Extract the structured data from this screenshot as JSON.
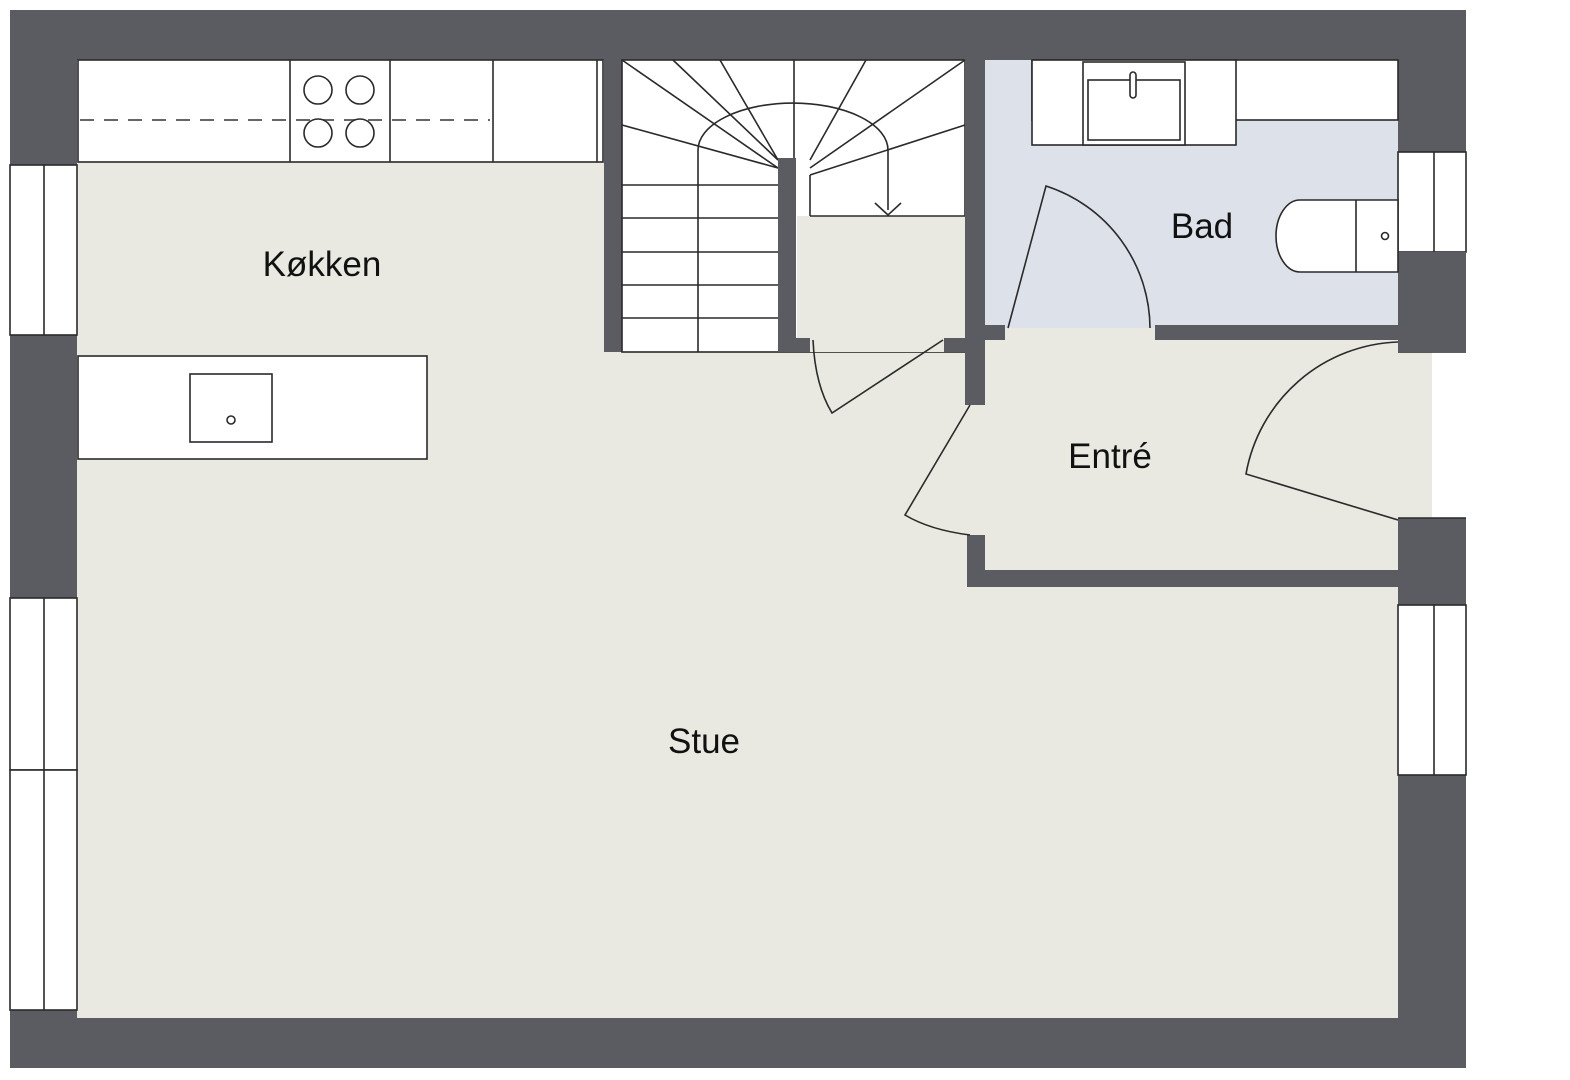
{
  "floorplan": {
    "rooms": [
      {
        "id": "kitchen",
        "label": "Køkken"
      },
      {
        "id": "bathroom",
        "label": "Bad"
      },
      {
        "id": "entrance",
        "label": "Entré"
      },
      {
        "id": "living",
        "label": "Stue"
      }
    ],
    "colors": {
      "wall": "#5a5c61",
      "floor": "#e9e9e2",
      "bathroom_floor": "#dde2ea",
      "fixture": "#ffffff"
    }
  }
}
